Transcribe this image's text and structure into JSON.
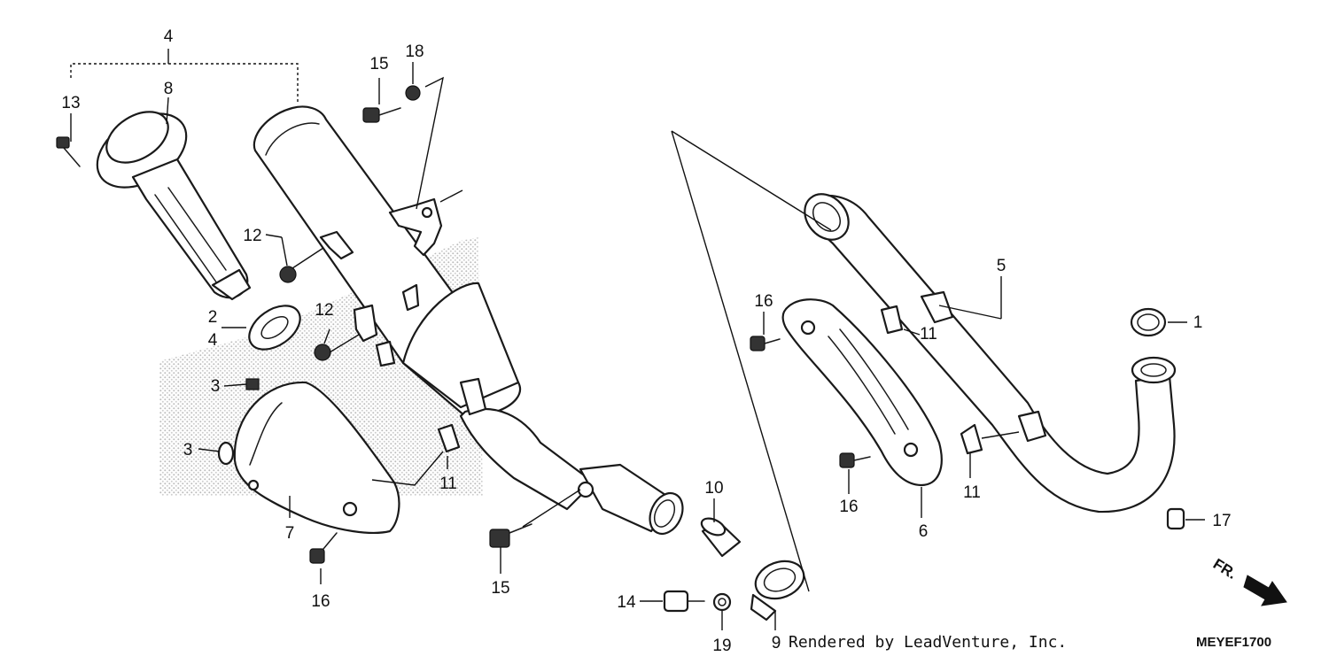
{
  "callouts": {
    "c1": "1",
    "c2": "2",
    "c3a": "3",
    "c3b": "3",
    "c4a": "4",
    "c4b": "4",
    "c5": "5",
    "c6": "6",
    "c7": "7",
    "c8": "8",
    "c9": "9",
    "c10": "10",
    "c11a": "11",
    "c11b": "11",
    "c11c": "11",
    "c12a": "12",
    "c12b": "12",
    "c13": "13",
    "c14": "14",
    "c15a": "15",
    "c15b": "15",
    "c16a": "16",
    "c16b": "16",
    "c16c": "16",
    "c17": "17",
    "c18": "18",
    "c19": "19"
  },
  "credit": "Rendered by LeadVenture, Inc.",
  "diagram_code": "MEYEF1700",
  "direction_label": "FR."
}
